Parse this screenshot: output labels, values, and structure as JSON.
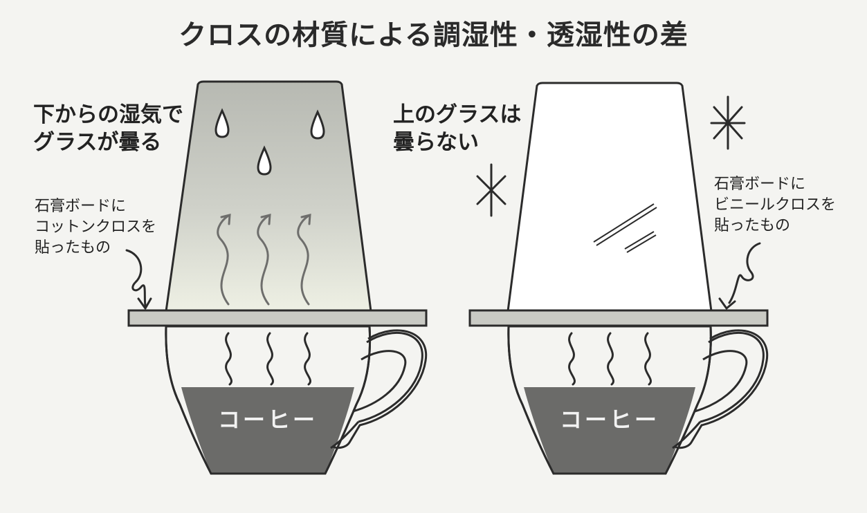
{
  "title": "クロスの材質による調湿性・透湿性の差",
  "left": {
    "caption_line1": "下からの湿気で",
    "caption_line2": "グラスが曇る",
    "board_line1": "石膏ボードに",
    "board_line2": "コットンクロスを",
    "board_line3": "貼ったもの",
    "coffee": "コーヒー"
  },
  "right": {
    "caption_line1": "上のグラスは",
    "caption_line2": "曇らない",
    "board_line1": "石膏ボードに",
    "board_line2": "ビニールクロスを",
    "board_line3": "貼ったもの",
    "coffee": "コーヒー"
  },
  "colors": {
    "outline": "#2b2b2b",
    "coffee": "#6b6b69",
    "board": "#c9cac4",
    "fog_top": "#b9bbb4",
    "fog_bottom": "#eef0e6"
  }
}
